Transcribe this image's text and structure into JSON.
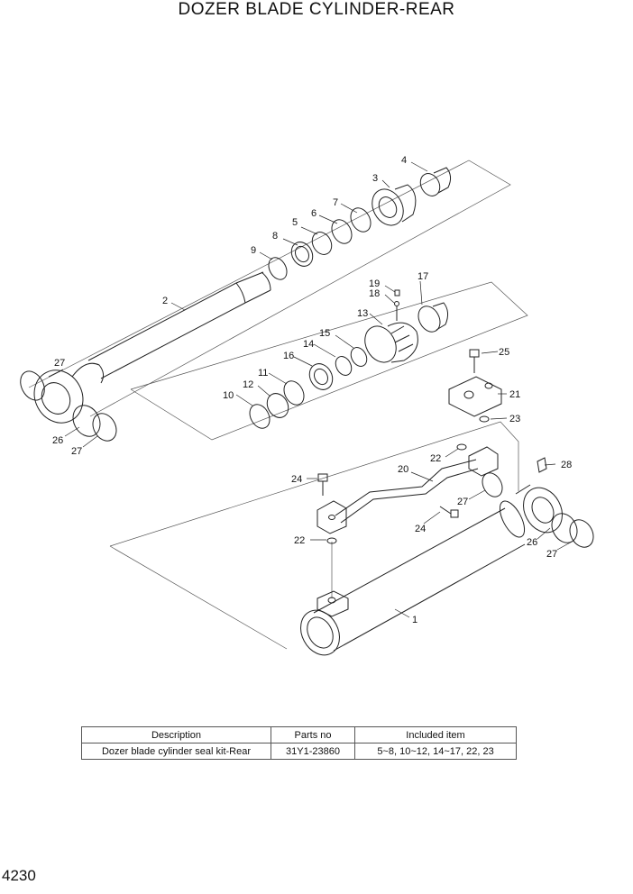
{
  "title": "DOZER BLADE CYLINDER-REAR",
  "page_number": "4230",
  "callouts": [
    "1",
    "2",
    "3",
    "4",
    "5",
    "6",
    "7",
    "8",
    "9",
    "10",
    "11",
    "12",
    "13",
    "14",
    "15",
    "16",
    "17",
    "18",
    "19",
    "20",
    "21",
    "22",
    "22",
    "23",
    "24",
    "24",
    "25",
    "26",
    "26",
    "27",
    "27",
    "27",
    "27",
    "28"
  ],
  "table": {
    "headers": [
      "Description",
      "Parts no",
      "Included item"
    ],
    "rows": [
      [
        "Dozer blade cylinder seal kit-Rear",
        "31Y1-23860",
        "5~8, 10~12, 14~17, 22, 23"
      ]
    ]
  }
}
